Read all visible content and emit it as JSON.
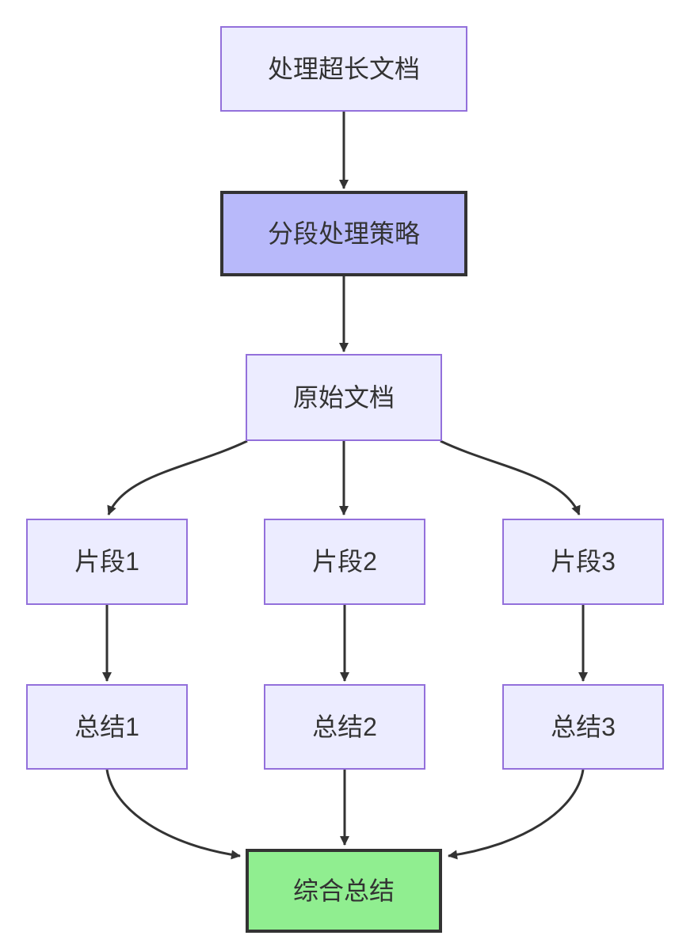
{
  "diagram": {
    "type": "flowchart",
    "direction": "top-down",
    "nodes": {
      "process_long_doc": {
        "label": "处理超长文档",
        "style": "default"
      },
      "strategy": {
        "label": "分段处理策略",
        "style": "highlight"
      },
      "original_doc": {
        "label": "原始文档",
        "style": "default"
      },
      "fragment1": {
        "label": "片段1",
        "style": "default"
      },
      "fragment2": {
        "label": "片段2",
        "style": "default"
      },
      "fragment3": {
        "label": "片段3",
        "style": "default"
      },
      "summary1": {
        "label": "总结1",
        "style": "default"
      },
      "summary2": {
        "label": "总结2",
        "style": "default"
      },
      "summary3": {
        "label": "总结3",
        "style": "default"
      },
      "final_summary": {
        "label": "综合总结",
        "style": "final"
      }
    },
    "edges": [
      {
        "from": "process_long_doc",
        "to": "strategy"
      },
      {
        "from": "strategy",
        "to": "original_doc"
      },
      {
        "from": "original_doc",
        "to": "fragment1"
      },
      {
        "from": "original_doc",
        "to": "fragment2"
      },
      {
        "from": "original_doc",
        "to": "fragment3"
      },
      {
        "from": "fragment1",
        "to": "summary1"
      },
      {
        "from": "fragment2",
        "to": "summary2"
      },
      {
        "from": "fragment3",
        "to": "summary3"
      },
      {
        "from": "summary1",
        "to": "final_summary"
      },
      {
        "from": "summary2",
        "to": "final_summary"
      },
      {
        "from": "summary3",
        "to": "final_summary"
      }
    ],
    "colors": {
      "background": "#FFFFFF",
      "node_fill": "#ECECFF",
      "node_border": "#9370DB",
      "highlight_fill": "#B8B9FA",
      "highlight_border": "#333333",
      "final_fill": "#90EE90",
      "final_border": "#333333",
      "edge": "#333333",
      "text": "#333333"
    }
  }
}
